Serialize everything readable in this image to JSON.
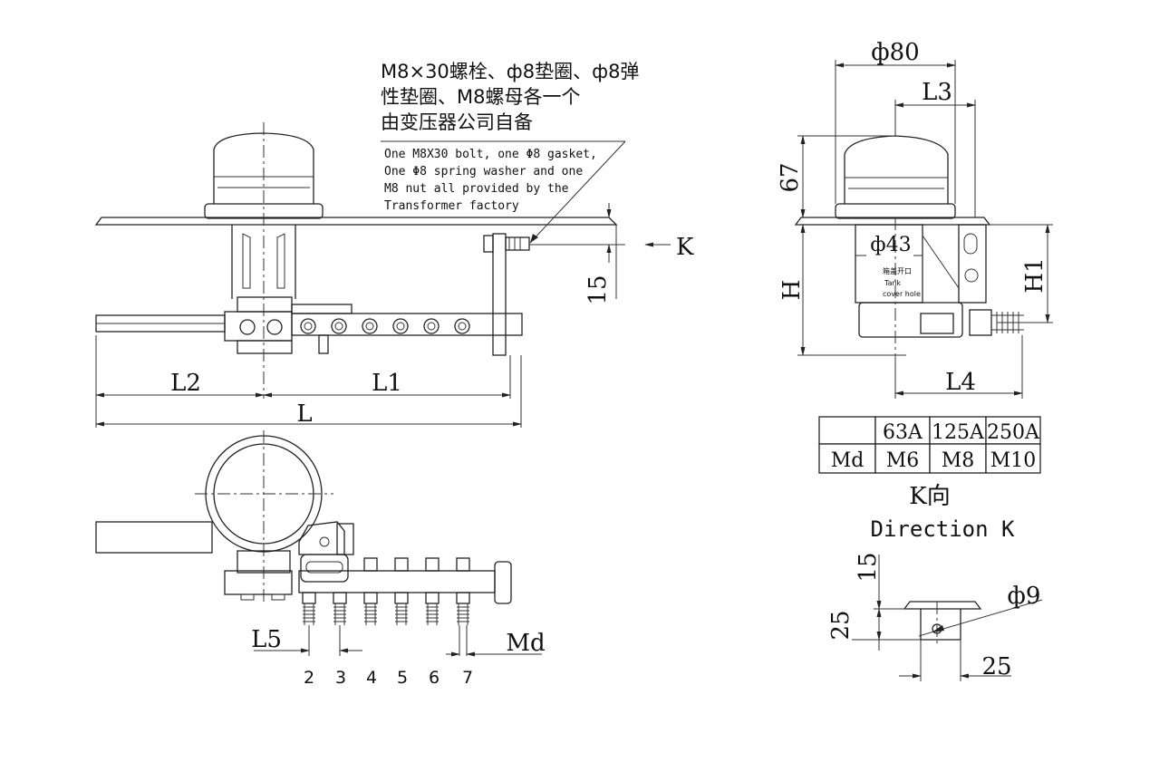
{
  "note": {
    "cn_line1": "M8×30螺栓、ф8垫圈、ф8弹",
    "cn_line2": "性垫圈、M8螺母各一个",
    "cn_line3": "由变压器公司自备",
    "en_line1": "One M8X30 bolt, one Φ8 gasket,",
    "en_line2": "One Φ8 spring washer and one",
    "en_line3": "M8 nut all provided by the",
    "en_line4": "Transformer factory"
  },
  "front_view": {
    "k_label": "K",
    "dim_15": "15",
    "dim_L2": "L2",
    "dim_L1": "L1",
    "dim_L": "L"
  },
  "bottom_view": {
    "dim_L5": "L5",
    "dim_Md": "Md",
    "terminals": [
      "2",
      "3",
      "4",
      "5",
      "6",
      "7"
    ]
  },
  "side_view": {
    "dim_phi80": "ф80",
    "dim_L3": "L3",
    "dim_67": "67",
    "dim_phi43": "ф43",
    "dim_H": "H",
    "dim_H1": "H1",
    "dim_L4": "L4",
    "hole_cn": "箱盖开口",
    "hole_en1": "Tank",
    "hole_en2": "cover hole"
  },
  "md_table": {
    "header": [
      "",
      "63A",
      "125A",
      "250A"
    ],
    "row": [
      "Md",
      "M6",
      "M8",
      "M10"
    ]
  },
  "direction": {
    "cn": "K向",
    "en": "Direction K"
  },
  "k_view": {
    "dim_15": "15",
    "dim_25_v": "25",
    "dim_phi9": "ф9",
    "dim_25_h": "25"
  }
}
